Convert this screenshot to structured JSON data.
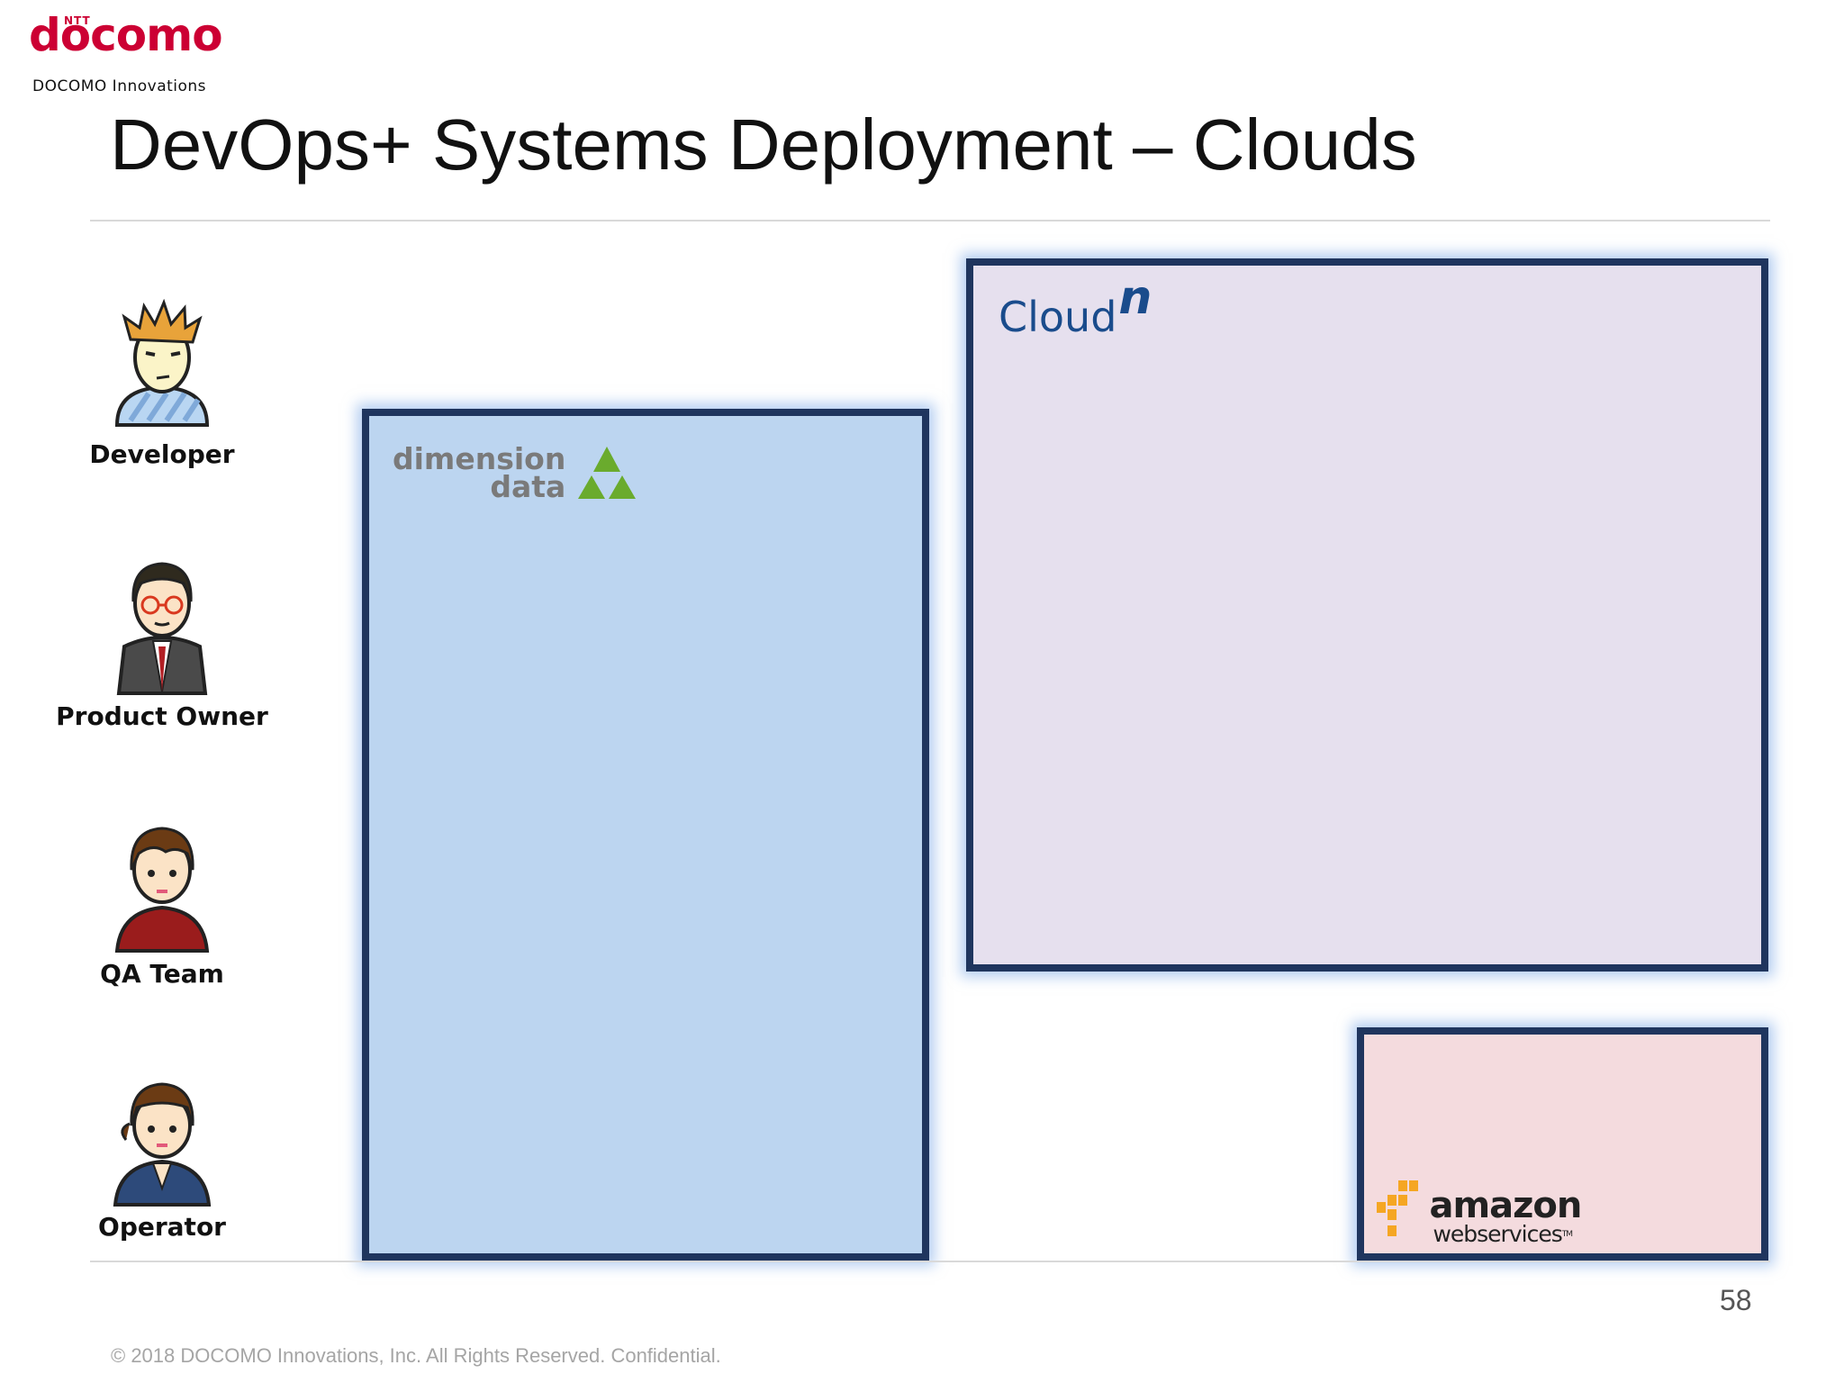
{
  "brand": {
    "ntt": "NTT",
    "logo": "docomo",
    "subtitle": "DOCOMO Innovations"
  },
  "title": "DevOps+ Systems Deployment – Clouds",
  "actors": [
    {
      "label": "Developer",
      "icon": "developer-icon"
    },
    {
      "label": "Product Owner",
      "icon": "product-owner-icon"
    },
    {
      "label": "QA Team",
      "icon": "qa-team-icon"
    },
    {
      "label": "Operator",
      "icon": "operator-icon"
    }
  ],
  "clouds": {
    "dimension_data": {
      "line1": "dimension",
      "line2": "data",
      "fill": "#bcd5f0"
    },
    "cloudn": {
      "main": "Cloud",
      "superscript": "n",
      "fill": "#e6e0ee"
    },
    "aws": {
      "line1": "amazon",
      "line2": "webservices",
      "tm": "TM",
      "fill": "#f4dbde"
    }
  },
  "colors": {
    "box_border": "#1f355e",
    "brand_red": "#cc0033",
    "dd_green": "#6aab2d",
    "aws_orange": "#f5a623"
  },
  "footer": {
    "page_number": "58",
    "copyright": "© 2018 DOCOMO Innovations, Inc. All Rights Reserved. Confidential."
  }
}
